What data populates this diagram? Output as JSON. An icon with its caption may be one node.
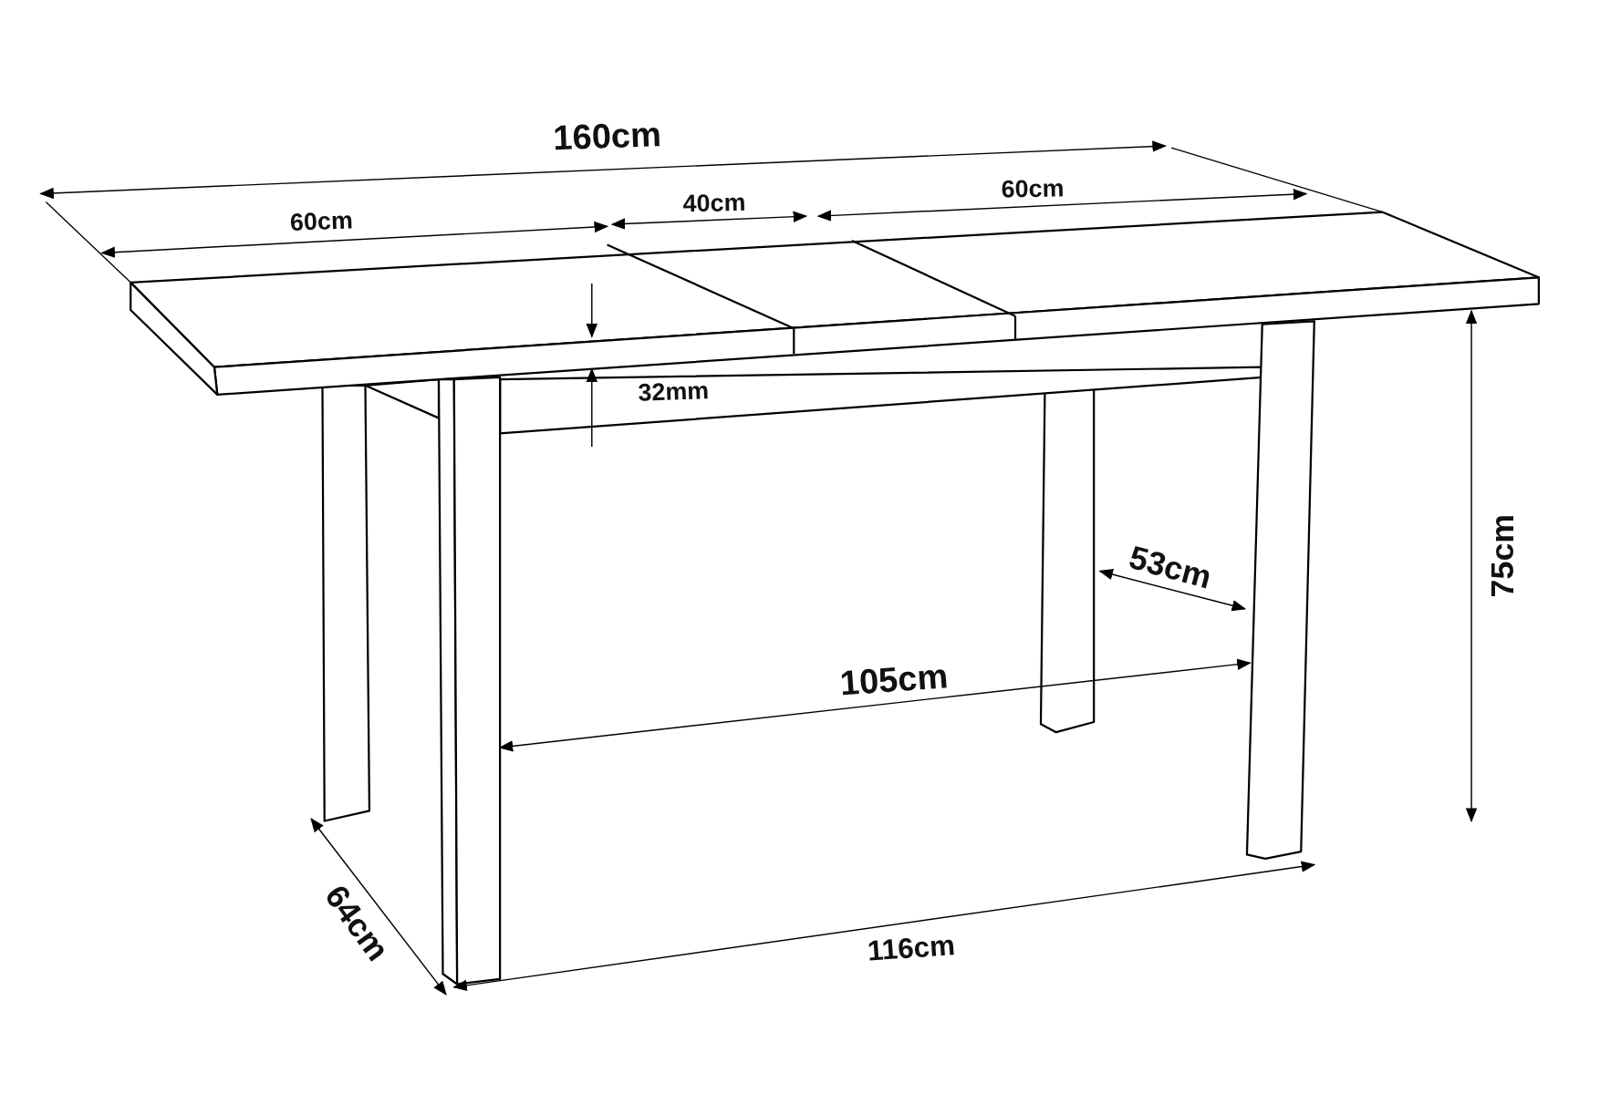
{
  "diagram": {
    "labels": [
      "160cm",
      "60cm",
      "40cm",
      "60cm",
      "32mm",
      "53cm",
      "75cm",
      "105cm",
      "64cm",
      "116cm"
    ]
  }
}
